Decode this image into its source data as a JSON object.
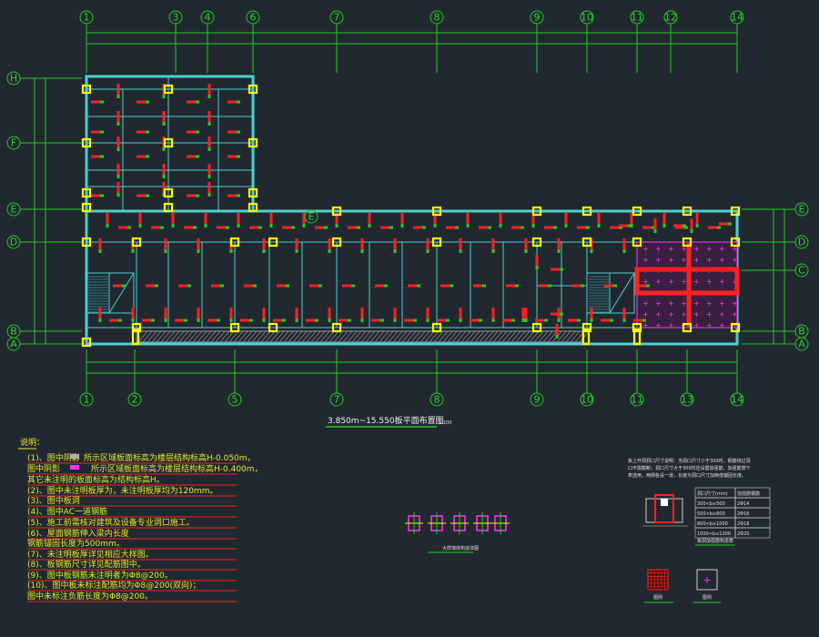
{
  "drawing": {
    "axes_top": [
      "1",
      "3",
      "4",
      "6",
      "7",
      "8",
      "9",
      "10",
      "11",
      "12",
      "14"
    ],
    "axes_bottom": [
      "1",
      "2",
      "5",
      "7",
      "8",
      "9",
      "10",
      "11",
      "13",
      "14"
    ],
    "axes_left": [
      "H",
      "F",
      "E",
      "D",
      "B",
      "A"
    ],
    "axes_right": [
      "E",
      "D",
      "C",
      "B",
      "A"
    ],
    "section_marker": "E",
    "plan_title": "3.850m~15.550板平面布置图",
    "plan_scale": "1:100",
    "detail_caption": "大样墙体构造详图",
    "table_caption": "板洞加强筋构造表",
    "legend_label_1": "图例",
    "legend_label_2": "图例"
  },
  "colors": {
    "background": "#212830",
    "axis": "#22cc22",
    "wall": "#4ad0d0",
    "column": "#ffff00",
    "beam": "#ff2020",
    "hatch": "#ff33ff"
  },
  "notes": {
    "heading": "说明：",
    "lines": [
      "(1)、图中阴影",
      "      图中阴影",
      "      其它未注明的板面标高为结构标高H。",
      "(2)、图中未注明板厚为，未注明板厚均为120mm。",
      "(3)、图中板洞",
      "(4)、图中AC一道钢筋",
      "(5)、施工前需核对建筑及设备专业洞口施工。",
      "(6)、屋面钢筋伸入梁内长度",
      "      钢筋锚固长度为500mm。",
      "(7)、未注明板厚详见相应大样图。",
      "(8)、板钢筋尺寸详见配筋图中。",
      "(9)、图中板钢筋未注明者为Φ8@200。",
      "(10)、图中板未标注配筋均为Φ8@200(双向)；",
      "       图中未标注负筋长度为Φ8@200。"
    ],
    "note1_detail_a": "所示区域板面标高为楼层结构标高H-0.050m，",
    "note1_detail_b": "所示区域板面标高为楼层结构标高H-0.400m，"
  },
  "table": {
    "header": [
      "洞口尺寸(mm)",
      "加强筋钢筋"
    ],
    "rows": [
      [
        "300<b≤500",
        "2Φ14"
      ],
      [
        "500<b≤800",
        "2Φ16"
      ],
      [
        "800<b≤1000",
        "2Φ18"
      ],
      [
        "1000<b≤1200",
        "2Φ20"
      ]
    ],
    "paragraph": "板上开洞洞口尺寸说明：当洞口尺寸小于300时，钢筋绕过洞口不需截断；洞口尺寸大于300时应设置加强筋，加强筋按下表选用，两侧各设一道，长度为洞口尺寸加两倍锚固长度。"
  }
}
